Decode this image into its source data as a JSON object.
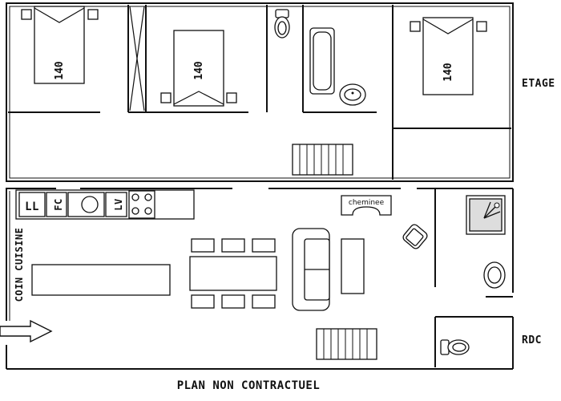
{
  "labels": {
    "floor_upper": "ETAGE",
    "floor_ground": "RDC",
    "footer": "PLAN NON CONTRACTUEL",
    "kitchen": "COIN CUISINE",
    "fireplace": "cheminee",
    "bed_mark": "140",
    "appliance_fridge": "FC",
    "appliance_oven": "LL",
    "appliance_dishwasher": "LV"
  }
}
